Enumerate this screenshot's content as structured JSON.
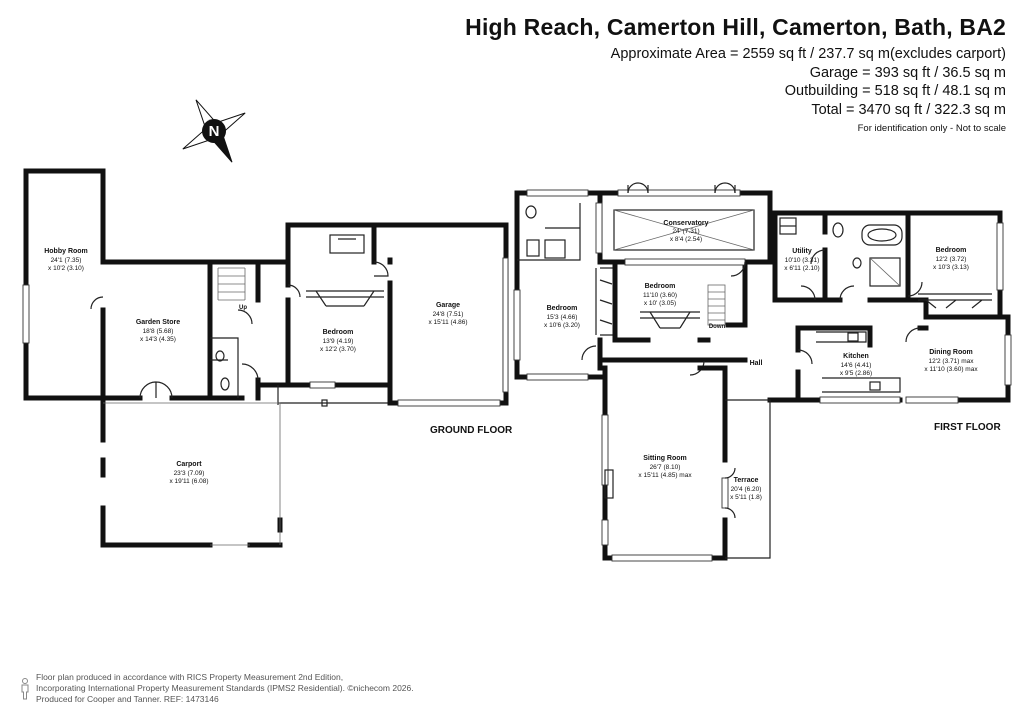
{
  "header": {
    "title": "High Reach, Camerton Hill, Camerton, Bath, BA2",
    "approx_area": "Approximate Area = 2559 sq ft / 237.7 sq m(excludes carport)",
    "garage_area": "Garage  = 393 sq ft / 36.5 sq m",
    "outbuilding_area": "Outbuilding = 518 sq ft / 48.1 sq m",
    "total_area": "Total = 3470 sq ft / 322.3 sq m",
    "note": "For identification only - Not to scale"
  },
  "compass": {
    "letter": "N",
    "icon": "compass-icon"
  },
  "floors": {
    "ground": "GROUND FLOOR",
    "first": "FIRST FLOOR"
  },
  "rooms": {
    "hobby": {
      "name": "Hobby Room",
      "d1": "24'1 (7.35)",
      "d2": "x 10'2 (3.10)"
    },
    "garden_store": {
      "name": "Garden Store",
      "d1": "18'8 (5.68)",
      "d2": "x 14'3 (4.35)"
    },
    "bedroom_g": {
      "name": "Bedroom",
      "d1": "13'9 (4.19)",
      "d2": "x 12'2 (3.70)"
    },
    "garage": {
      "name": "Garage",
      "d1": "24'8 (7.51)",
      "d2": "x 15'11 (4.86)"
    },
    "carport": {
      "name": "Carport",
      "d1": "23'3 (7.09)",
      "d2": "x 19'11 (6.08)"
    },
    "up": "Up",
    "conservatory": {
      "name": "Conservatory",
      "d1": "24' (7.31)",
      "d2": "x 8'4 (2.54)"
    },
    "bedroom_f1": {
      "name": "Bedroom",
      "d1": "15'3 (4.66)",
      "d2": "x 10'6 (3.20)"
    },
    "bedroom_f2": {
      "name": "Bedroom",
      "d1": "11'10 (3.60)",
      "d2": "x 10' (3.05)"
    },
    "utility": {
      "name": "Utility",
      "d1": "10'10 (3.31)",
      "d2": "x 6'11 (2.10)"
    },
    "bedroom_f3": {
      "name": "Bedroom",
      "d1": "12'2 (3.72)",
      "d2": "x 10'3 (3.13)"
    },
    "kitchen": {
      "name": "Kitchen",
      "d1": "14'6 (4.41)",
      "d2": "x 9'5 (2.86)"
    },
    "dining": {
      "name": "Dining Room",
      "d1": "12'2 (3.71) max",
      "d2": "x 11'10 (3.60) max"
    },
    "hall": "Hall",
    "down": "Down",
    "sitting": {
      "name": "Sitting Room",
      "d1": "26'7 (8.10)",
      "d2": "x 15'11 (4.85) max"
    },
    "terrace": {
      "name": "Terrace",
      "d1": "20'4 (6.20)",
      "d2": "x 5'11 (1.8)"
    }
  },
  "footer": {
    "line1": "Floor plan produced in accordance with RICS Property Measurement 2nd Edition,",
    "line2": "Incorporating International Property Measurement Standards (IPMS2 Residential).  ©nichecom 2026.",
    "line3": "Produced for Cooper and Tanner.   REF:  1473146"
  }
}
